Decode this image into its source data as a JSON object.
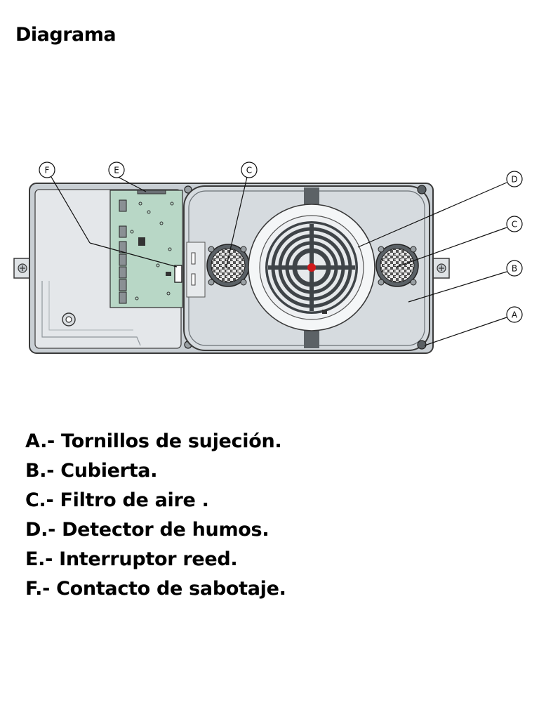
{
  "page": {
    "title": "Diagrama"
  },
  "diagram": {
    "callouts": {
      "a": "A",
      "b": "B",
      "c1": "C",
      "c2": "C",
      "d": "D",
      "e": "E",
      "f": "F"
    }
  },
  "legend": {
    "items": [
      "A.- Tornillos de sujeción.",
      "B.- Cubierta.",
      "C.- Filtro de aire .",
      "D.- Detector de humos.",
      "E.- Interruptor reed.",
      "F.- Contacto de sabotaje."
    ]
  },
  "colors": {
    "housing": "#c9cfd4",
    "housing_outline": "#3a3a3a",
    "cover": "#d6dbdf",
    "pcb": "#b8d7c6",
    "detector_ring": "#f4f6f7",
    "indicator_led": "#d0191b",
    "mount_strap": "#5c6266"
  }
}
